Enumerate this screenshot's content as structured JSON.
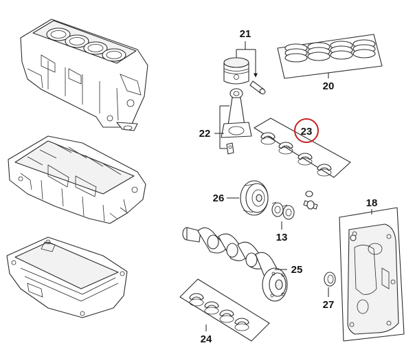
{
  "callouts": {
    "c20": "20",
    "c21": "21",
    "c22": "22",
    "c23": "23",
    "c24": "24",
    "c25": "25",
    "c26": "26",
    "c27": "27",
    "c13": "13",
    "c18": "18"
  },
  "colors": {
    "highlight": "#c8201e",
    "line": "#2a2a2a"
  },
  "icons": {
    "cylinder_block": "engine-block-icon",
    "ladder_frame": "ladder-frame-icon",
    "oil_pan": "oil-pan-icon"
  }
}
